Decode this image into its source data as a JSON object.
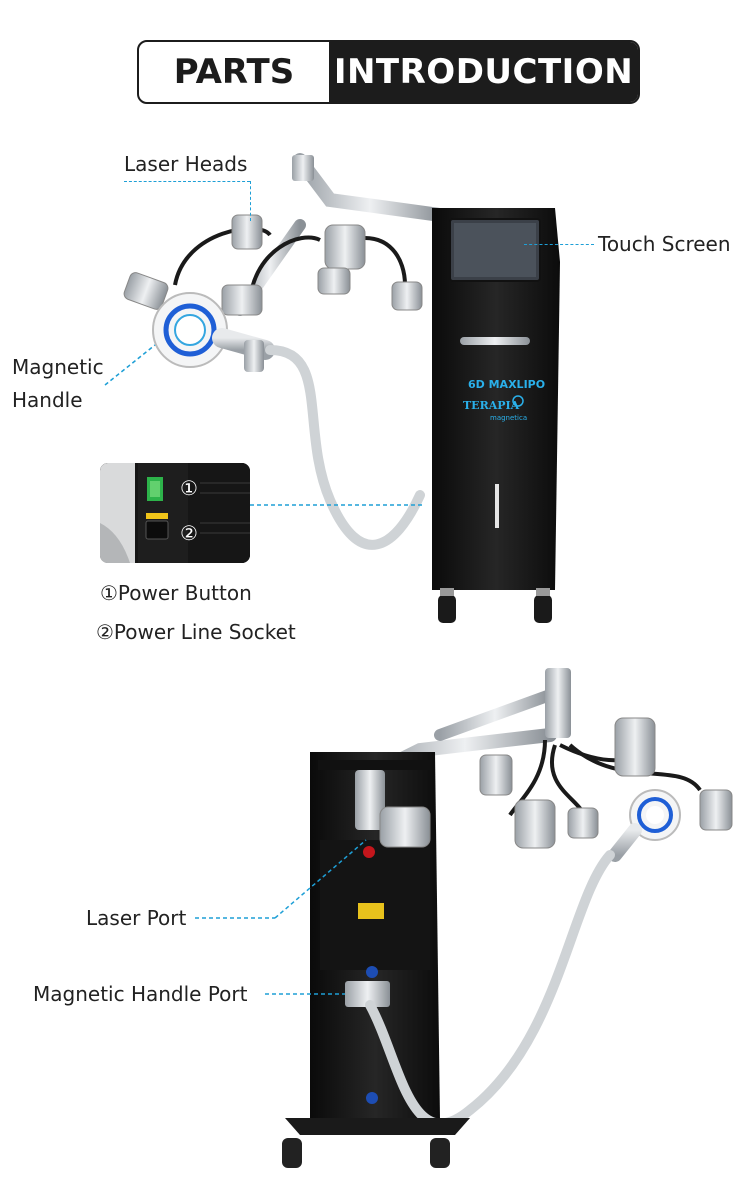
{
  "header": {
    "left": "PARTS",
    "right": "INTRODUCTION"
  },
  "labels": {
    "laser_heads": "Laser Heads",
    "touch_screen": "Touch Screen",
    "magnetic_line1": "Magnetic",
    "magnetic_line2": "Handle",
    "power_button": "①Power Button",
    "power_socket": "②Power Line Socket",
    "laser_port": "Laser Port",
    "magnetic_port": "Magnetic Handle Port"
  },
  "device": {
    "model": "6D MAXLIPO",
    "brand": "TERAPIA",
    "sub": "magnetica"
  },
  "inset": {
    "num1": "①",
    "num2": "②"
  },
  "colors": {
    "accent": "#1e9fd6",
    "dark": "#1c1c1c"
  }
}
